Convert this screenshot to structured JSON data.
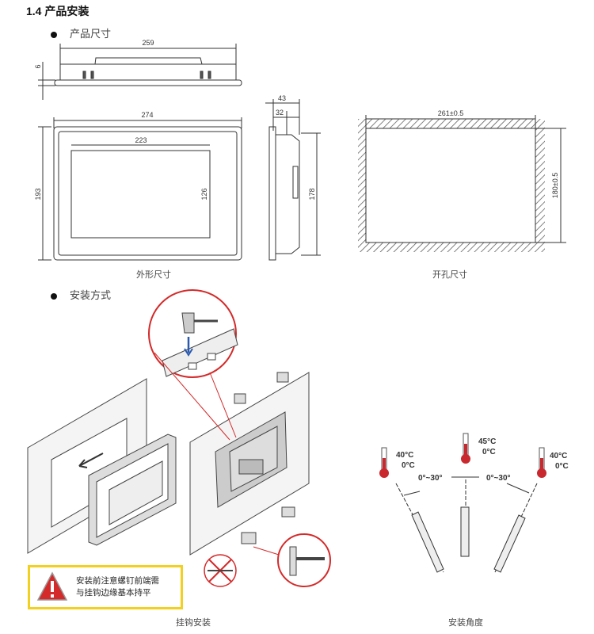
{
  "section_title": "1.4  产品安装",
  "bullets": [
    {
      "label": "产品尺寸"
    },
    {
      "label": "安装方式"
    }
  ],
  "dimensions": {
    "top_width": "259",
    "top_depth": "6",
    "front_width": "274",
    "front_height": "193",
    "screen_width": "223",
    "screen_height": "126",
    "side_depth_total": "43",
    "side_depth_body": "32",
    "side_height": "178",
    "cutout_width": "261±0.5",
    "cutout_height": "180±0.5"
  },
  "captions": {
    "outline": "外形尺寸",
    "cutout": "开孔尺寸",
    "hook_install": "挂钩安装",
    "install_angle": "安装角度"
  },
  "warning": {
    "line1": "安装前注意螺钉前端需",
    "line2": "与挂钩边缘基本持平",
    "icon": "warning-triangle-icon",
    "border_color": "#f2d020"
  },
  "angles": {
    "left": {
      "max_temp": "40°C",
      "min_temp": "0°C",
      "range": "0°~30°"
    },
    "center": {
      "max_temp": "45°C",
      "min_temp": "0°C"
    },
    "right": {
      "max_temp": "40°C",
      "min_temp": "0°C",
      "range": "0°~30°"
    }
  },
  "colors": {
    "accent_red": "#d42a2a",
    "thermometer": "#c8282e"
  }
}
